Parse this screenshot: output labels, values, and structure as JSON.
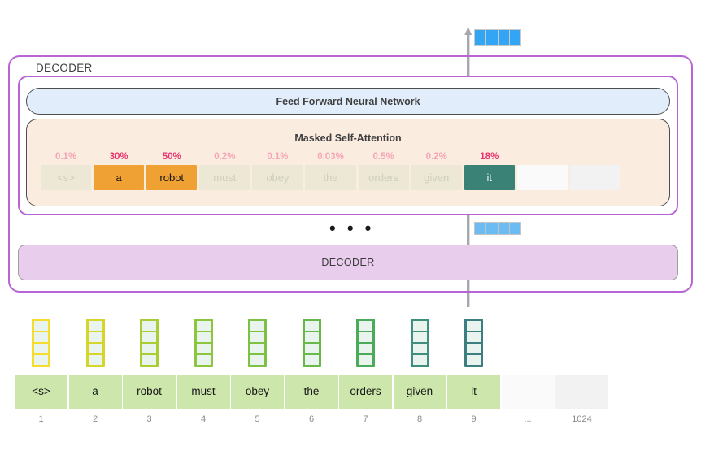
{
  "diagram": {
    "title": "Transformer decoder masked self-attention illustration",
    "decoder_outer_label": "DECODER",
    "decoder_lower_label": "DECODER",
    "layer_ellipsis": "• • •",
    "feed_forward_label": "Feed Forward Neural Network",
    "masked_attention_label": "Masked Self-Attention"
  },
  "colors": {
    "purple_border": "#b765d4",
    "decoder_lower_fill": "#e8cdec",
    "ffnn_fill": "#e2edfb",
    "msa_fill": "#fbece0",
    "attn_cell_idle": "#ece8d5",
    "attn_cell_orange": "#f0a134",
    "attn_cell_teal": "#3a8276",
    "pct_low": "#f5a5b6",
    "pct_high": "#e8336e",
    "token_green": "#cde6ab",
    "output_blue": "#33a5f5",
    "output_blue_light": "#6bbcf2",
    "arrow_gray": "#a6a8ad"
  },
  "attention": {
    "columns": [
      {
        "token": "<s>",
        "percent": "0.1%",
        "highlight": "none",
        "state": "idle"
      },
      {
        "token": "a",
        "percent": "30%",
        "highlight": "high",
        "state": "orange"
      },
      {
        "token": "robot",
        "percent": "50%",
        "highlight": "high",
        "state": "orange"
      },
      {
        "token": "must",
        "percent": "0.2%",
        "highlight": "none",
        "state": "idle"
      },
      {
        "token": "obey",
        "percent": "0.1%",
        "highlight": "none",
        "state": "idle"
      },
      {
        "token": "the",
        "percent": "0.03%",
        "highlight": "none",
        "state": "idle"
      },
      {
        "token": "orders",
        "percent": "0.5%",
        "highlight": "none",
        "state": "idle"
      },
      {
        "token": "given",
        "percent": "0.2%",
        "highlight": "none",
        "state": "idle"
      },
      {
        "token": "it",
        "percent": "18%",
        "highlight": "high",
        "state": "teal"
      },
      {
        "token": "",
        "percent": "",
        "highlight": "none",
        "state": "blank-a"
      },
      {
        "token": "",
        "percent": "",
        "highlight": "none",
        "state": "blank-b"
      }
    ]
  },
  "input_sequence": {
    "columns": [
      {
        "token": "<s>",
        "index": "1",
        "vector_color": "#f5dd2e",
        "state": "filled"
      },
      {
        "token": "a",
        "index": "2",
        "vector_color": "#d6d52b",
        "state": "filled"
      },
      {
        "token": "robot",
        "index": "3",
        "vector_color": "#a9ce35",
        "state": "filled"
      },
      {
        "token": "must",
        "index": "4",
        "vector_color": "#8cc63f",
        "state": "filled"
      },
      {
        "token": "obey",
        "index": "5",
        "vector_color": "#7cc142",
        "state": "filled"
      },
      {
        "token": "the",
        "index": "6",
        "vector_color": "#69b94a",
        "state": "filled"
      },
      {
        "token": "orders",
        "index": "7",
        "vector_color": "#4aab59",
        "state": "filled"
      },
      {
        "token": "given",
        "index": "8",
        "vector_color": "#3f8f7e",
        "state": "filled"
      },
      {
        "token": "it",
        "index": "9",
        "vector_color": "#3d7f80",
        "state": "filled"
      },
      {
        "token": "",
        "index": "...",
        "vector_color": "",
        "state": "blank-a"
      },
      {
        "token": "",
        "index": "1024",
        "vector_color": "",
        "state": "blank-b"
      }
    ]
  },
  "output_vectors": {
    "top": {
      "cells": 4,
      "color": "#33a5f5"
    },
    "mid": {
      "cells": 4,
      "color": "#6bbcf2"
    }
  }
}
